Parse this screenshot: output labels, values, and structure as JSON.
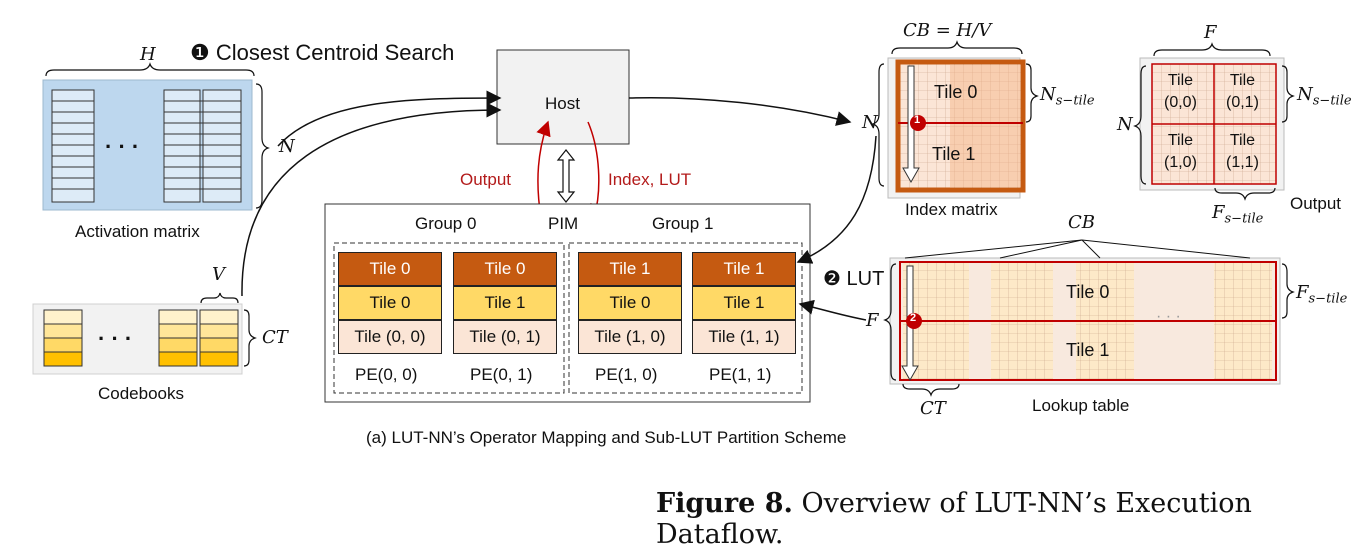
{
  "step1": {
    "marker": "❶",
    "label": "Closest Centroid Search"
  },
  "step2": {
    "marker": "❷",
    "label": "LUT"
  },
  "activation": {
    "dim_h": "H",
    "dim_n": "N",
    "dots": "· · ·",
    "caption": "Activation matrix"
  },
  "codebooks": {
    "dim_v": "V",
    "dim_ct": "CT",
    "dots": "· · ·",
    "caption": "Codebooks"
  },
  "host": {
    "label": "Host",
    "output_label": "Output",
    "index_lut_label": "Index, LUT"
  },
  "pim": {
    "label": "PIM",
    "groups": [
      {
        "label": "Group 0",
        "pes": [
          {
            "top": "Tile 0",
            "mid": "Tile 0",
            "bot": "Tile (0, 0)",
            "pe": "PE(0, 0)"
          },
          {
            "top": "Tile 0",
            "mid": "Tile 1",
            "bot": "Tile (0, 1)",
            "pe": "PE(0, 1)"
          }
        ]
      },
      {
        "label": "Group 1",
        "pes": [
          {
            "top": "Tile 1",
            "mid": "Tile 0",
            "bot": "Tile (1, 0)",
            "pe": "PE(1, 0)"
          },
          {
            "top": "Tile 1",
            "mid": "Tile 1",
            "bot": "Tile (1, 1)",
            "pe": "PE(1, 1)"
          }
        ]
      }
    ]
  },
  "index_matrix": {
    "dim_cb": "CB = H/V",
    "dim_n": "N",
    "dim_ns": "N",
    "dim_ns_sub": "s−tile",
    "tile0": "Tile 0",
    "tile1": "Tile 1",
    "marker": "1",
    "caption": "Index matrix"
  },
  "output": {
    "dim_f": "F",
    "dim_n": "N",
    "dim_ns": "N",
    "dim_ns_sub": "s−tile",
    "dim_fs": "F",
    "dim_fs_sub": "s−tile",
    "caption": "Output",
    "tiles": [
      [
        "Tile",
        "(0,0)"
      ],
      [
        "Tile",
        "(0,1)"
      ],
      [
        "Tile",
        "(1,0)"
      ],
      [
        "Tile",
        "(1,1)"
      ]
    ]
  },
  "lut": {
    "dim_cb": "CB",
    "dim_f": "F",
    "dim_fs": "F",
    "dim_fs_sub": "s−tile",
    "dim_ct": "CT",
    "tile0": "Tile 0",
    "tile1": "Tile 1",
    "dots": "· · ·",
    "marker": "2",
    "caption": "Lookup table"
  },
  "subcaption": "(a) LUT-NN’s Operator Mapping and Sub-LUT Partition Scheme",
  "figure": {
    "label": "Figure 8.",
    "text": "Overview of LUT-NN’s Execution Dataflow."
  },
  "colors": {
    "activation": "#bdd7ee",
    "host": "#f2f2f2",
    "tile_dark": "#c55a11",
    "tile_mid": "#ffd966",
    "tile_light": "#fbe5d6",
    "accent_red": "#c00000"
  }
}
